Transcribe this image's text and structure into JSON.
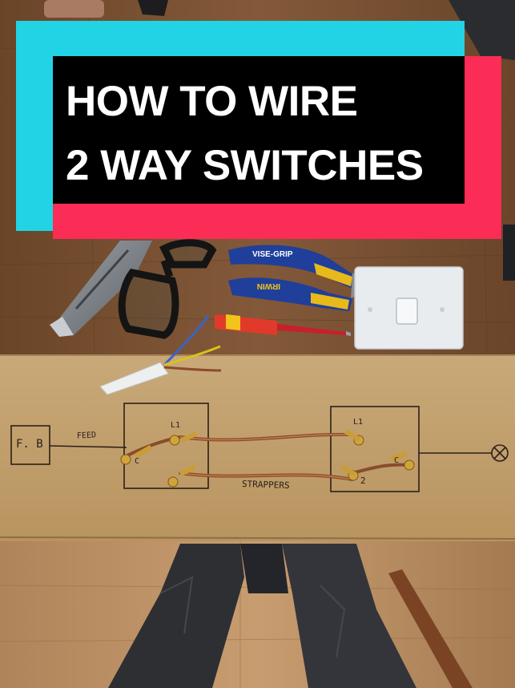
{
  "thumbnail": {
    "title_line_1": "HOW TO WIRE",
    "title_line_2": "2 WAY SWITCHES"
  },
  "tools": {
    "pliers_brand_top": "VISE-GRIP",
    "pliers_brand_bottom": "IRWIN"
  },
  "diagram": {
    "fuse_box_label": "F. B",
    "feed_label": "FEED",
    "switch1_l1": "L1",
    "switch1_common": "C",
    "switch2_l1": "L1",
    "switch2_l2": "2",
    "switch2_common": "C",
    "strappers_label": "STRAPPERS",
    "lamp_symbol": "⊗"
  },
  "colors": {
    "cyan": "#22d3e6",
    "red": "#fb2c55",
    "black": "#000000",
    "board": "#c2a06e",
    "floor": "#7a5433"
  }
}
